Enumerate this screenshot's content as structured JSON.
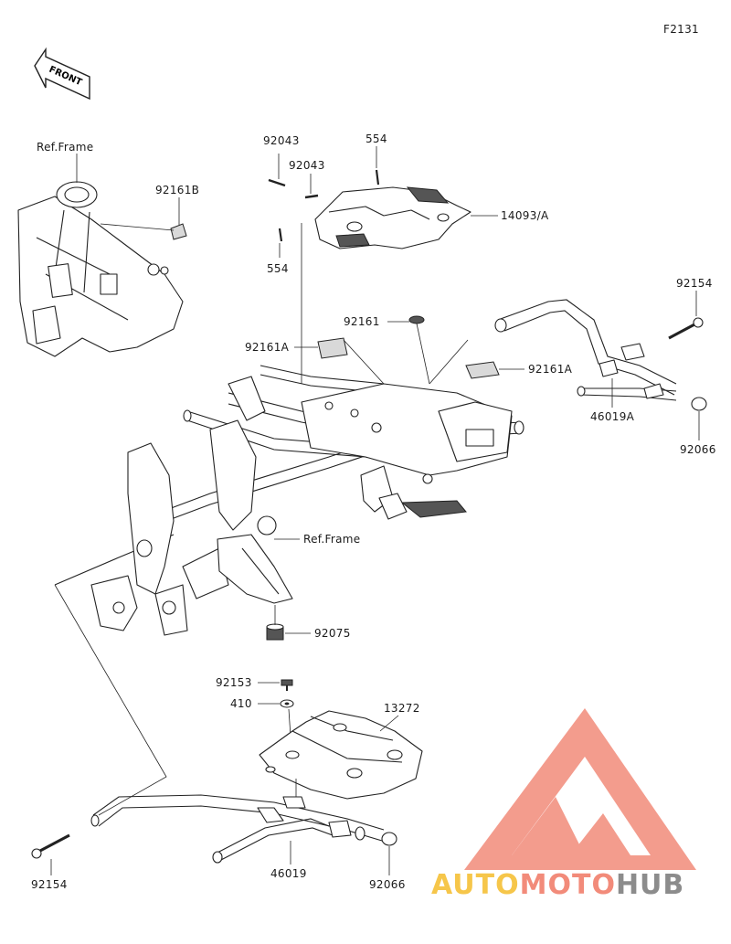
{
  "figure_code": "F2131",
  "front_label": "FRONT",
  "labels": {
    "ref_frame_top": "Ref.Frame",
    "p92161B": "92161B",
    "p92043_a": "92043",
    "p92043_b": "92043",
    "p554_top": "554",
    "p554_bottom": "554",
    "p14093A": "14093/A",
    "p92161": "92161",
    "p92161A_left": "92161A",
    "p92161A_right": "92161A",
    "p92154_right": "92154",
    "p46019A": "46019A",
    "p92066_right": "92066",
    "ref_frame_mid": "Ref.Frame",
    "p92075": "92075",
    "p92153": "92153",
    "p410": "410",
    "p13272": "13272",
    "p92154_left": "92154",
    "p46019": "46019",
    "p92066_bottom": "92066"
  },
  "watermark": {
    "part1": "AUTO",
    "part2": "MOTO",
    "part3": "HUB",
    "color_auto": "#f6c64a",
    "color_moto": "#f28b7a",
    "color_hub": "#8c8c8c"
  }
}
